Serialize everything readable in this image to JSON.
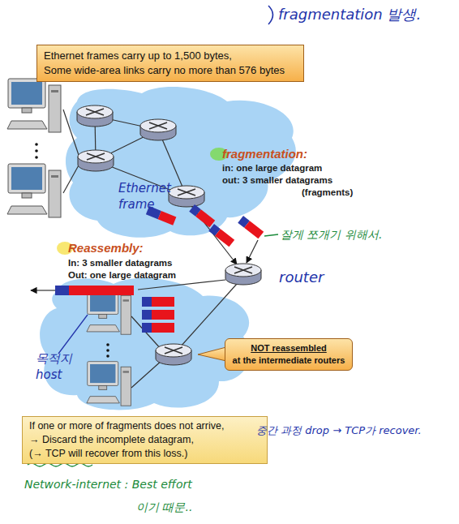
{
  "diagram": {
    "nodes": [
      {
        "text": [
          "Ethernet frames carry up to 1,500 bytes,",
          "Some wide-area links carry no more than 576 bytes"
        ]
      },
      {
        "text": [
          "NOT reassembled",
          "at the intermediate routers"
        ]
      },
      {
        "text": [
          "If one or more of fragments does not arrive,",
          "→ Discard the incomplete datagram,",
          "(→ TCP will recover from this loss.)"
        ]
      }
    ],
    "labels": [
      "fragmentation 발생.",
      "fragmentation:",
      "in: one large datagram",
      "out: 3 smaller datagrams",
      "(fragments)",
      "Ethernet frame",
      "잘게 쪼개기 위해서.",
      "router",
      "Reassembly:",
      "In: 3 smaller datagrams",
      "Out: one large datagram",
      "목적지 host",
      "중간 과정 drop → TCP가 recover.",
      "Network-internet : Best effort",
      "이기 때문.."
    ]
  }
}
